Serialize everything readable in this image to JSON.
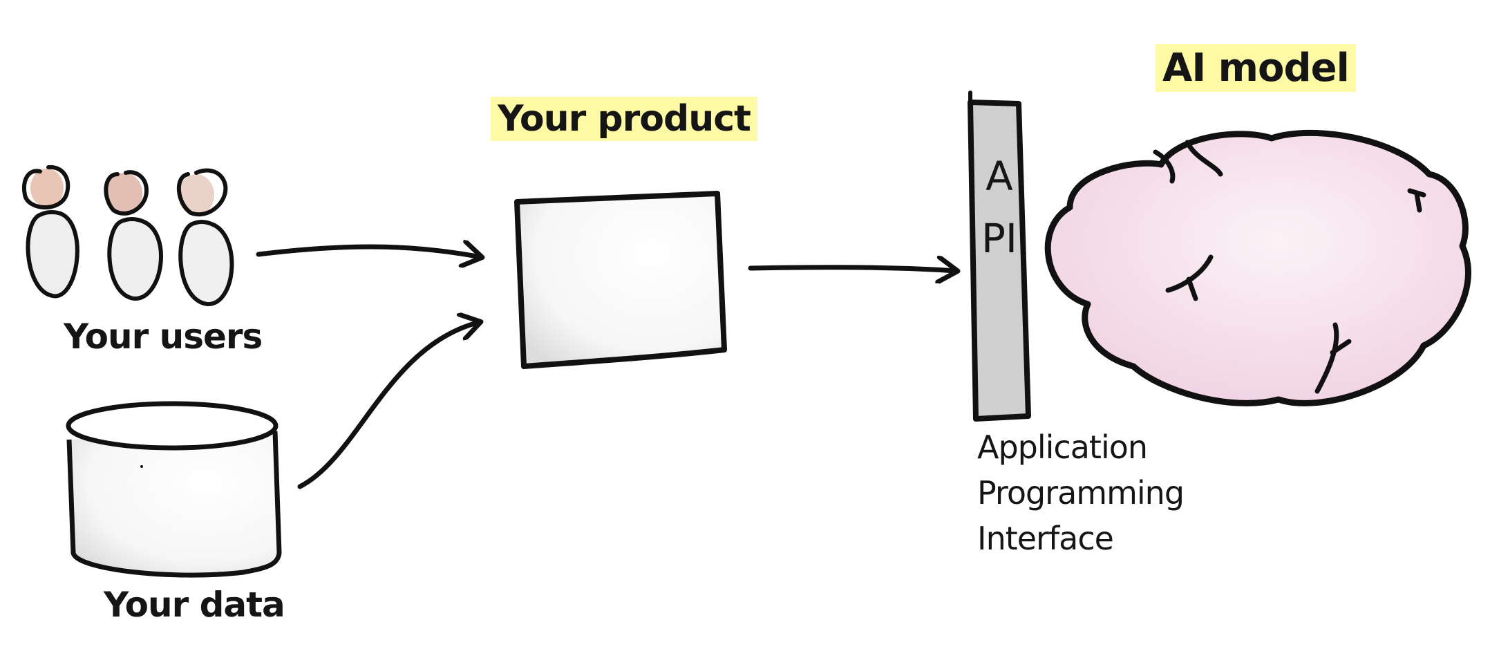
{
  "labels": {
    "users": "Your users",
    "data": "Your data",
    "product": "Your product",
    "api": "API",
    "api_full": [
      "Application",
      "Programming",
      "Interface"
    ],
    "model": "AI model"
  },
  "colors": {
    "highlight": "#fdf9a5",
    "ink": "#111111",
    "cloud_fill": "#f3d6e3",
    "skin": "#e8c6b8",
    "box_fill": "#f7f7f7",
    "api_bar": "#cfcfcf"
  }
}
